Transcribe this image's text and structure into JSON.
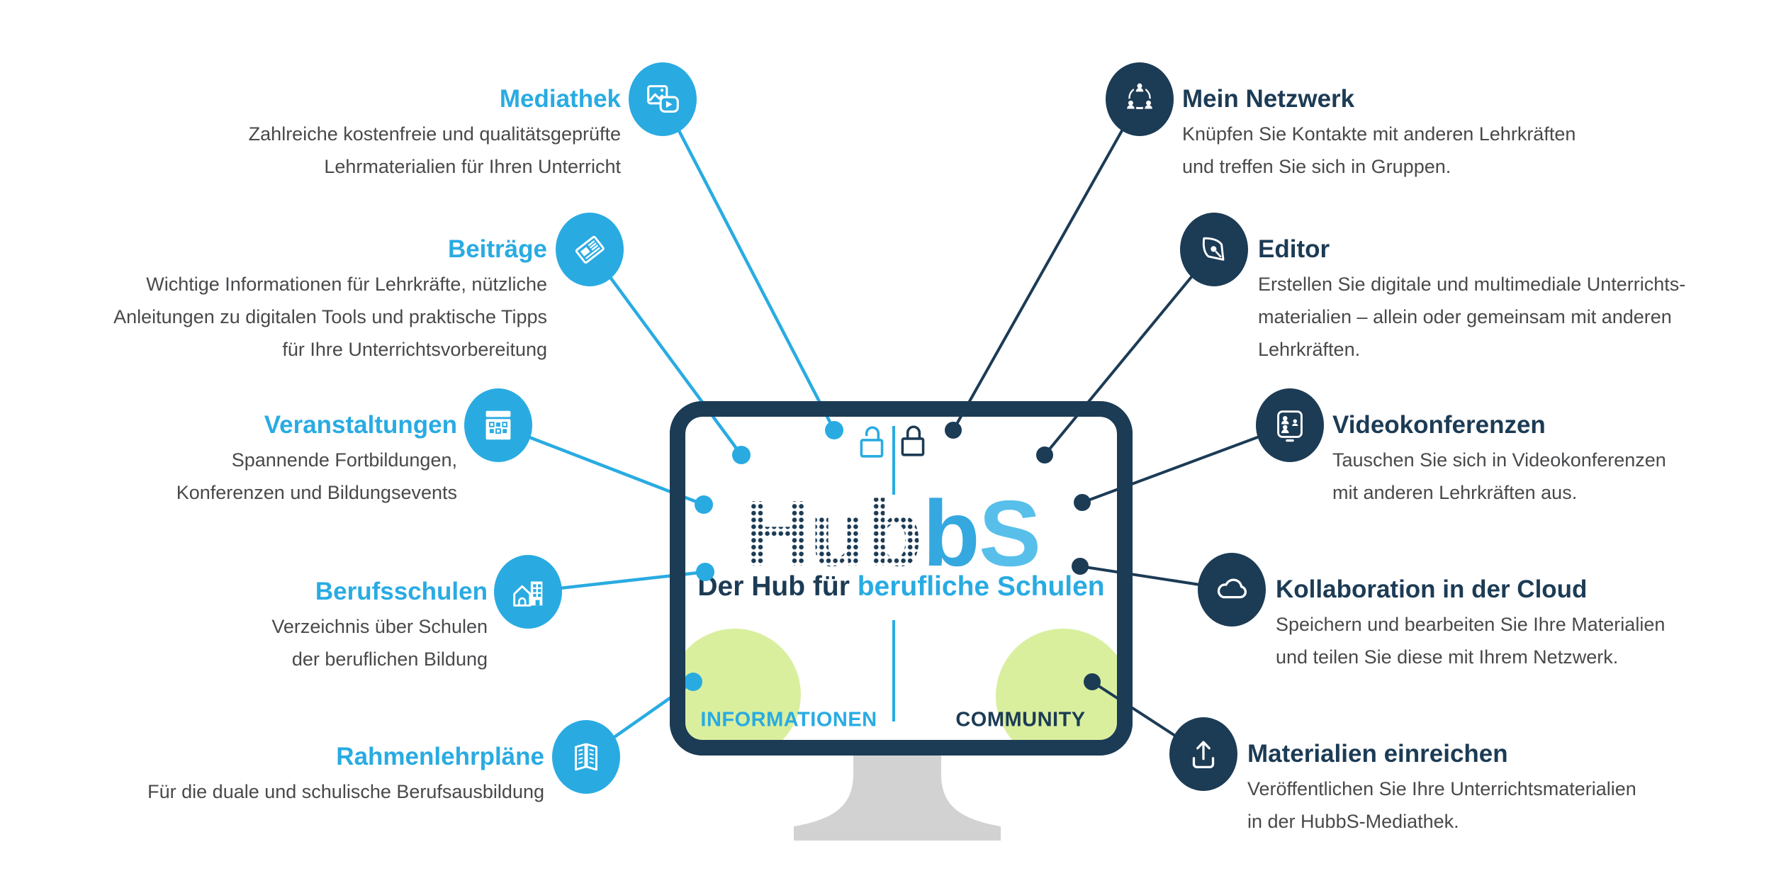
{
  "colors": {
    "accent_blue": "#29abe2",
    "navy": "#1c3b55",
    "body_text": "#48494b",
    "green": "#d9ef9e",
    "stand_gray": "#d2d2d2",
    "logo_b_blue": "#35a8e0",
    "logo_s_blue": "#58bfea"
  },
  "features_left": [
    {
      "title": "Mediathek",
      "icon": "media-icon",
      "body": [
        "Zahlreiche kostenfreie und qualitätsgeprüfte",
        "Lehrmaterialien für Ihren Unterricht"
      ]
    },
    {
      "title": "Beiträge",
      "icon": "newspaper-icon",
      "body": [
        "Wichtige Informationen für Lehrkräfte, nützliche",
        "Anleitungen zu digitalen Tools und praktische Tipps",
        "für Ihre Unterrichtsvorbereitung"
      ]
    },
    {
      "title": "Veranstaltungen",
      "icon": "calendar-icon",
      "body": [
        "Spannende Fortbildungen,",
        "Konferenzen und Bildungsevents"
      ]
    },
    {
      "title": "Berufsschulen",
      "icon": "school-building-icon",
      "body": [
        "Verzeichnis über Schulen",
        "der beruflichen Bildung"
      ]
    },
    {
      "title": "Rahmenlehrpläne",
      "icon": "curriculum-icon",
      "body": [
        "Für die duale und schulische Berufsausbildung"
      ]
    }
  ],
  "features_right": [
    {
      "title": "Mein Netzwerk",
      "icon": "network-icon",
      "body": [
        "Knüpfen Sie Kontakte mit anderen Lehrkräften",
        "und treffen Sie sich in Gruppen."
      ]
    },
    {
      "title": "Editor",
      "icon": "pen-nib-icon",
      "body": [
        "Erstellen Sie digitale und multimediale Unterrichts-",
        "materialien – allein oder gemeinsam mit anderen",
        "Lehrkräften."
      ]
    },
    {
      "title": "Videokonferenzen",
      "icon": "video-conference-icon",
      "body": [
        "Tauschen Sie sich in Videokonferenzen",
        "mit anderen Lehrkräften aus."
      ]
    },
    {
      "title": "Kollaboration in der Cloud",
      "icon": "cloud-icon",
      "body": [
        "Speichern und bearbeiten Sie Ihre Materialien",
        "und teilen Sie diese mit Ihrem Netzwerk."
      ]
    },
    {
      "title": "Materialien einreichen",
      "icon": "upload-icon",
      "body": [
        "Veröffentlichen Sie Ihre Unterrichtsmaterialien",
        "in der HubbS-Mediathek."
      ]
    }
  ],
  "monitor": {
    "logo_dotted": "Hub",
    "logo_b": "b",
    "logo_s": "S",
    "subtitle_dark": "Der Hub für ",
    "subtitle_accent": "berufliche Schulen",
    "left_zone_label": "INFORMATIONEN",
    "right_zone_label": "COMMUNITY"
  }
}
